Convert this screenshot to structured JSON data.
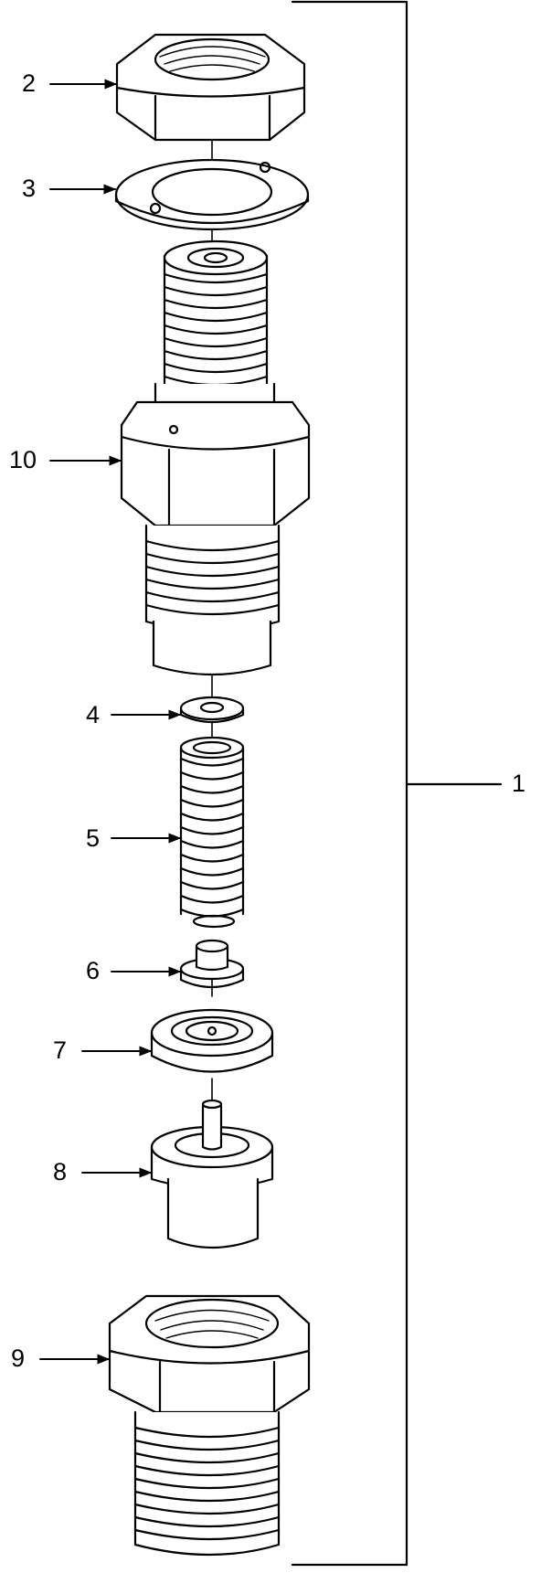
{
  "callouts": {
    "c1": "1",
    "c2": "2",
    "c3": "3",
    "c4": "4",
    "c5": "5",
    "c6": "6",
    "c7": "7",
    "c8": "8",
    "c9": "9",
    "c10": "10"
  },
  "colors": {
    "line": "#000000",
    "background": "#ffffff",
    "hatch": "#d8d8d8"
  }
}
